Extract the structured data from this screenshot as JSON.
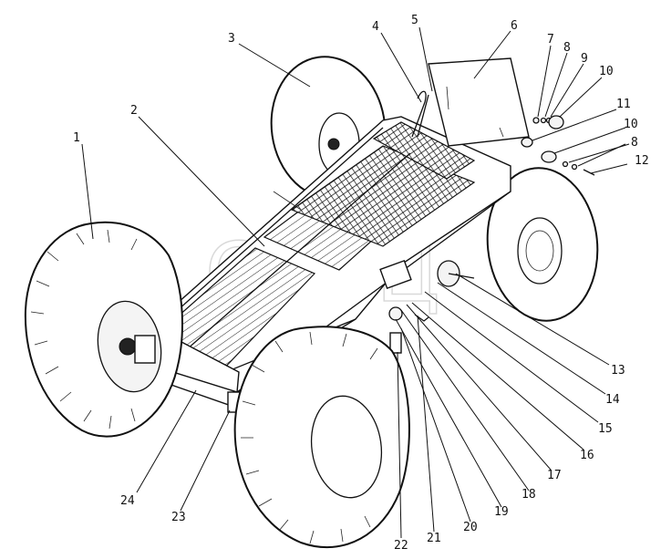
{
  "callouts": [
    {
      "id": "1",
      "label": "1"
    },
    {
      "id": "2",
      "label": "2"
    },
    {
      "id": "3",
      "label": "3"
    },
    {
      "id": "4",
      "label": "4"
    },
    {
      "id": "5",
      "label": "5"
    },
    {
      "id": "6",
      "label": "6"
    },
    {
      "id": "7",
      "label": "7"
    },
    {
      "id": "8a",
      "label": "8"
    },
    {
      "id": "9",
      "label": "9"
    },
    {
      "id": "10a",
      "label": "10"
    },
    {
      "id": "11",
      "label": "11"
    },
    {
      "id": "10b",
      "label": "10"
    },
    {
      "id": "8b",
      "label": "8"
    },
    {
      "id": "12",
      "label": "12"
    },
    {
      "id": "13",
      "label": "13"
    },
    {
      "id": "14",
      "label": "14"
    },
    {
      "id": "15",
      "label": "15"
    },
    {
      "id": "16",
      "label": "16"
    },
    {
      "id": "17",
      "label": "17"
    },
    {
      "id": "18",
      "label": "18"
    },
    {
      "id": "19",
      "label": "19"
    },
    {
      "id": "20",
      "label": "20"
    },
    {
      "id": "21",
      "label": "21"
    },
    {
      "id": "22",
      "label": "22"
    },
    {
      "id": "23",
      "label": "23"
    },
    {
      "id": "24",
      "label": "24"
    }
  ],
  "watermark": "СПЕЦ"
}
